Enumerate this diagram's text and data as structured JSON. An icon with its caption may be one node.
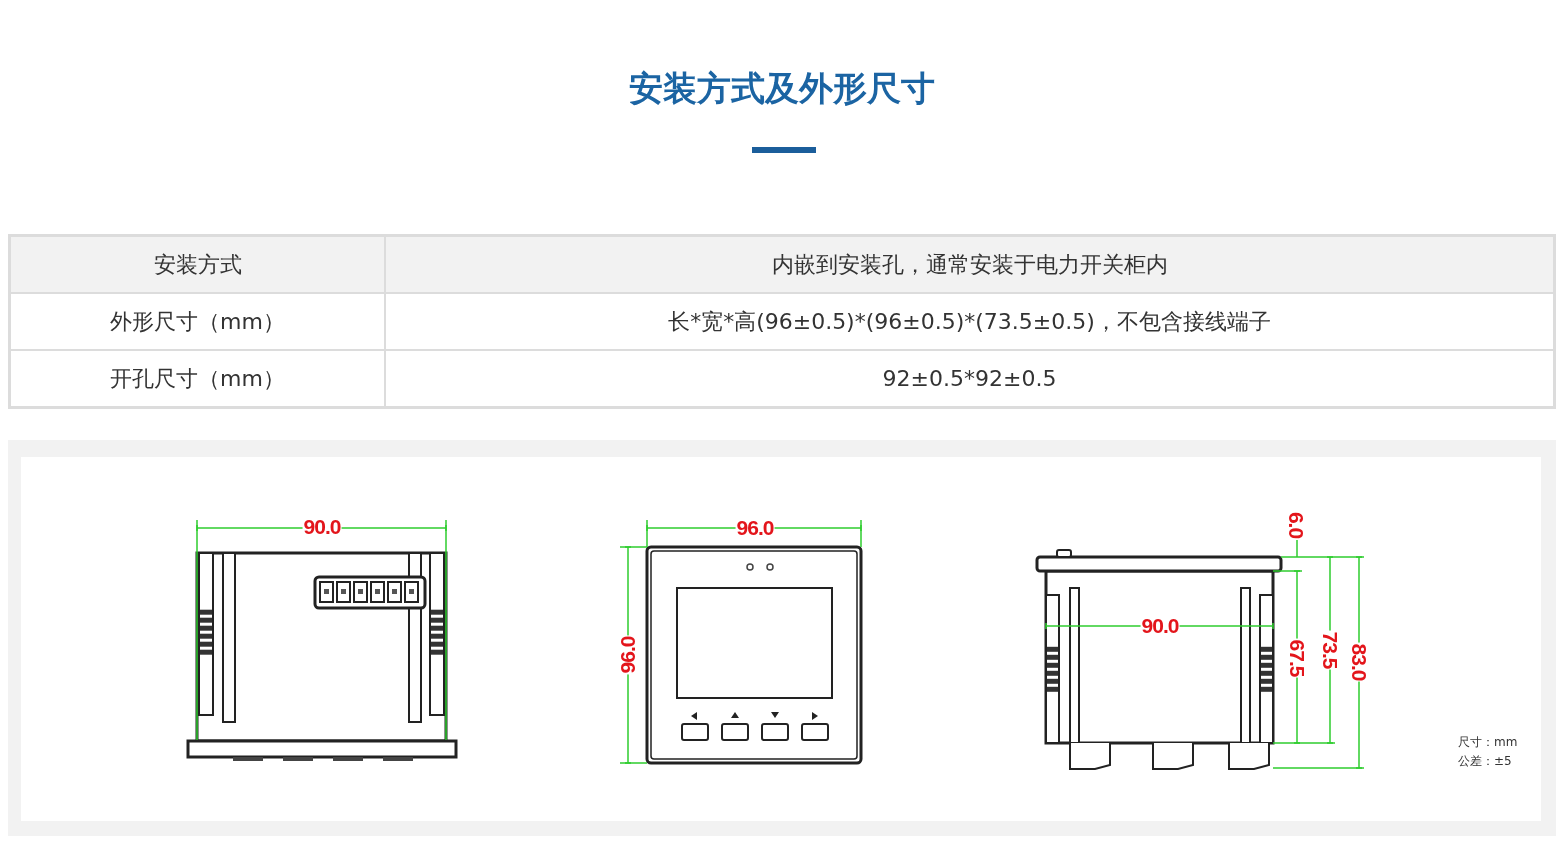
{
  "diagram": {
    "title": "安装方式及外形尺寸",
    "labels": [
      "安装方式",
      "内嵌到安装孔，通常安装于电力开关柜内",
      "外形尺寸（mm）",
      "长*宽*高(96±0.5)*(96±0.5)*(73.5±0.5)，不包含接线端子",
      "开孔尺寸（mm）",
      "92±0.5*92±0.5",
      "90.0",
      "96.0",
      "96.0",
      "6.0",
      "90.0",
      "67.5",
      "73.5",
      "83.0",
      "尺寸：mm",
      "公差：±5"
    ]
  }
}
